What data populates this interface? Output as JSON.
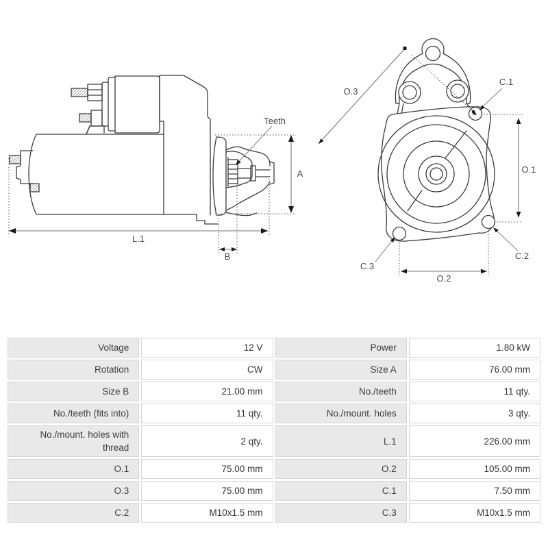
{
  "diagram": {
    "side_view": {
      "teeth": "Teeth",
      "dim_a": "A",
      "dim_b": "B",
      "dim_l1": "L.1"
    },
    "front_view": {
      "dim_o1": "O.1",
      "dim_o2": "O.2",
      "dim_o3": "O.3",
      "dim_c1": "C.1",
      "dim_c2": "C.2",
      "dim_c3": "C.3"
    }
  },
  "spec_table": {
    "rows": [
      {
        "l_label": "Voltage",
        "l_value": "12 V",
        "r_label": "Power",
        "r_value": "1.80 kW"
      },
      {
        "l_label": "Rotation",
        "l_value": "CW",
        "r_label": "Size A",
        "r_value": "76.00 mm"
      },
      {
        "l_label": "Size B",
        "l_value": "21.00 mm",
        "r_label": "No./teeth",
        "r_value": "11 qty."
      },
      {
        "l_label": "No./teeth (fits into)",
        "l_value": "11 qty.",
        "r_label": "No./mount. holes",
        "r_value": "3 qty."
      },
      {
        "l_label": "No./mount. holes with thread",
        "l_value": "2 qty.",
        "r_label": "L.1",
        "r_value": "226.00 mm"
      },
      {
        "l_label": "O.1",
        "l_value": "75.00 mm",
        "r_label": "O.2",
        "r_value": "105.00 mm"
      },
      {
        "l_label": "O.3",
        "l_value": "75.00 mm",
        "r_label": "C.1",
        "r_value": "7.50 mm"
      },
      {
        "l_label": "C.2",
        "l_value": "M10x1.5 mm",
        "r_label": "C.3",
        "r_value": "M10x1.5 mm"
      }
    ]
  },
  "colors": {
    "drawing_line": "#3a3a3a",
    "dimension_line": "#777777",
    "label_text": "#4a4a4a",
    "table_label_bg": "#e9e9e9",
    "table_value_bg": "#ffffff",
    "table_border": "#d4d4d4",
    "table_text": "#3c3c3c"
  }
}
